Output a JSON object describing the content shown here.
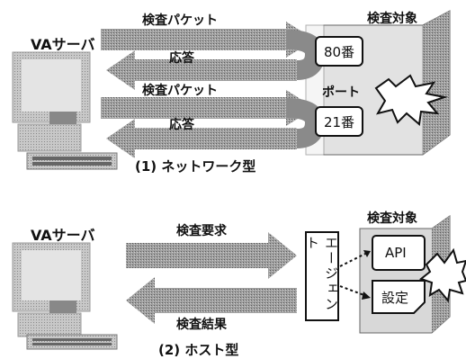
{
  "network": {
    "server_label": "VAサーバ",
    "target_label": "検査対象",
    "packet_label_1": "検査パケット",
    "response_label_1": "応答",
    "packet_label_2": "検査パケット",
    "response_label_2": "応答",
    "port_label": "ポート",
    "port_80": "80番",
    "port_21": "21番",
    "caption": "(1) ネットワーク型"
  },
  "host": {
    "server_label": "VAサーバ",
    "target_label": "検査対象",
    "request_label": "検査要求",
    "result_label": "検査結果",
    "agent_label": "エージェント",
    "api_label": "API",
    "settings_label": "設定",
    "caption": "(2) ホスト型"
  },
  "colors": {
    "arrow": "#8a8a8a",
    "box_side": "#8f8f8f",
    "box_top": "#dcdcdc",
    "computer": "#bdbdbd"
  }
}
